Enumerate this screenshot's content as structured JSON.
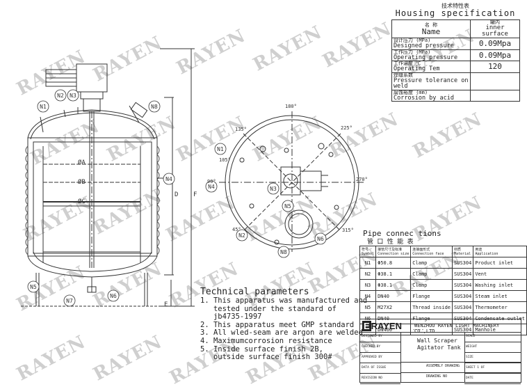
{
  "watermark": "RAYEN",
  "spec": {
    "title_cn": "技术特性表",
    "title_en": "Housing specification",
    "head_cn": "名    称",
    "head_en": "Name",
    "head_col_cn": "罐内",
    "head_col_en": "inner surface",
    "rows": [
      {
        "cn": "设计压力          (MPa)",
        "en": "Designed pressure",
        "value": "0.09Mpa"
      },
      {
        "cn": "工作压力          (MPa)",
        "en": "Operating pressure",
        "value": "0.09Mpa"
      },
      {
        "cn": "工作温度              ℃",
        "en": "Operating Tem",
        "value": "120"
      },
      {
        "cn": "焊缝系数",
        "en": "Pressure tolerance on weld",
        "value": ""
      },
      {
        "cn": "腐蚀裕度          (mm)",
        "en": "Corrosion by acid",
        "value": ""
      }
    ]
  },
  "drawing": {
    "nozzles": [
      "N1",
      "N2",
      "N3",
      "N8",
      "N4",
      "N5",
      "N7",
      "N6"
    ],
    "diam_labels": [
      "ØA",
      "ØB",
      "ØC"
    ],
    "dims": [
      "D",
      "F",
      "E"
    ],
    "angles": [
      "180°",
      "135°",
      "225°",
      "105°",
      "90°",
      "270°",
      "45°",
      "315°"
    ],
    "plan_nozzles": [
      "N1",
      "N4",
      "N3",
      "N5",
      "N2",
      "N8",
      "N6"
    ]
  },
  "pipe": {
    "title_en": "Pipe connec tions",
    "title_cn": "管 口 性 能 表",
    "headers": [
      [
        "符号",
        "Symbol"
      ],
      [
        "接管尺寸及标准",
        "Connection size"
      ],
      [
        "连接面形式",
        "Connection face"
      ],
      [
        "材质",
        "Material"
      ],
      [
        "用途",
        "Application"
      ]
    ],
    "rows": [
      [
        "N1",
        "Φ50.8",
        "Clamp",
        "SUS304",
        "Product inlet"
      ],
      [
        "N2",
        "Φ38.1",
        "Clamp",
        "SUS304",
        "Vent"
      ],
      [
        "N3",
        "Φ38.1",
        "Clamp",
        "SUS304",
        "Washing inlet"
      ],
      [
        "N4",
        "DN40",
        "Flange",
        "SUS304",
        "Steam inlet"
      ],
      [
        "N5",
        "M27X2",
        "Thread inside",
        "SUS304",
        "Thermometer"
      ],
      [
        "N6",
        "DN40",
        "Flange",
        "SUS304",
        "Condensate outlet"
      ],
      [
        "N7",
        "DN400",
        "----",
        "SUS304",
        "Manhole"
      ]
    ]
  },
  "tech": {
    "heading": "Technical parameters",
    "lines": [
      "1. This apparatus was manufactured and",
      "   tested under the standard of",
      "   jb4735-1997",
      "2. This apparatus meet GMP standard",
      "3. All wled-seam are argon are welded",
      "4. Maximumcorrosion resistance",
      "5. Inside surface finish 2B,",
      "   outside surface finish 300#"
    ]
  },
  "title_block": {
    "logo": "RAYEN",
    "company": "WENZHOU RAYEN LIGHT MACHINERY CO.,LTD",
    "drawing_title_1": "Wall Scraper",
    "drawing_title_2": "Agitator Tank",
    "left_labels": [
      "DESIGNED BY",
      "CHECKED BY",
      "APPROVED BY",
      "DATA OF ISSUE",
      "REVISION NO"
    ],
    "mid_labels": [
      "ASSEMBLY DRAWING",
      "DRAWING NO"
    ],
    "right_labels": [
      "SCALE",
      "WEIGHT",
      "SIZE",
      "SHEET 1 OF",
      "DATE"
    ]
  }
}
